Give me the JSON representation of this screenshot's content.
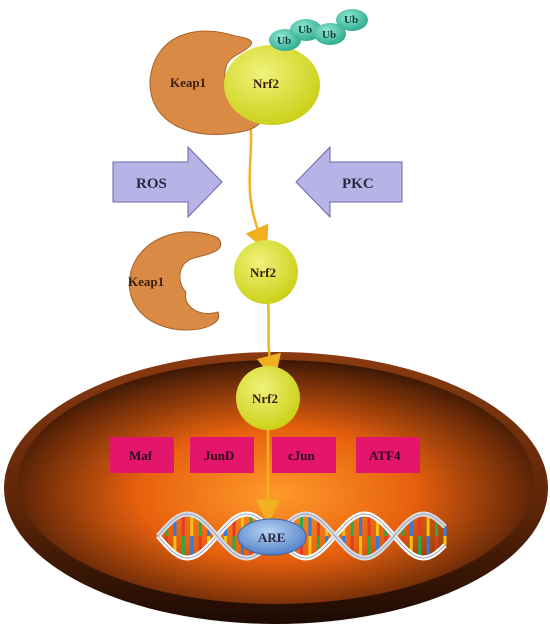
{
  "top_complex": {
    "keap1_label": "Keap1",
    "nrf2_label": "Nrf2",
    "ubiquitin_labels": [
      "Ub",
      "Ub",
      "Ub",
      "Ub"
    ]
  },
  "stimuli": {
    "left_label": "ROS",
    "right_label": "PKC"
  },
  "released": {
    "keap1_label": "Keap1",
    "nrf2_label": "Nrf2"
  },
  "nucleus": {
    "nrf2_label": "Nrf2",
    "partners": [
      "Maf",
      "JunD",
      "cJun",
      "ATF4"
    ],
    "element_label": "ARE"
  },
  "colors": {
    "keap1": "#d98a45",
    "nrf2": "#d6dc2a",
    "ubiquitin": "#3fc3a8",
    "arrow_fill": "#b8b3e6",
    "partner_box": "#e3166c",
    "nucleus_core": "#ff8a1e",
    "path_line": "#f0b020",
    "are": "#5f8fd0"
  }
}
